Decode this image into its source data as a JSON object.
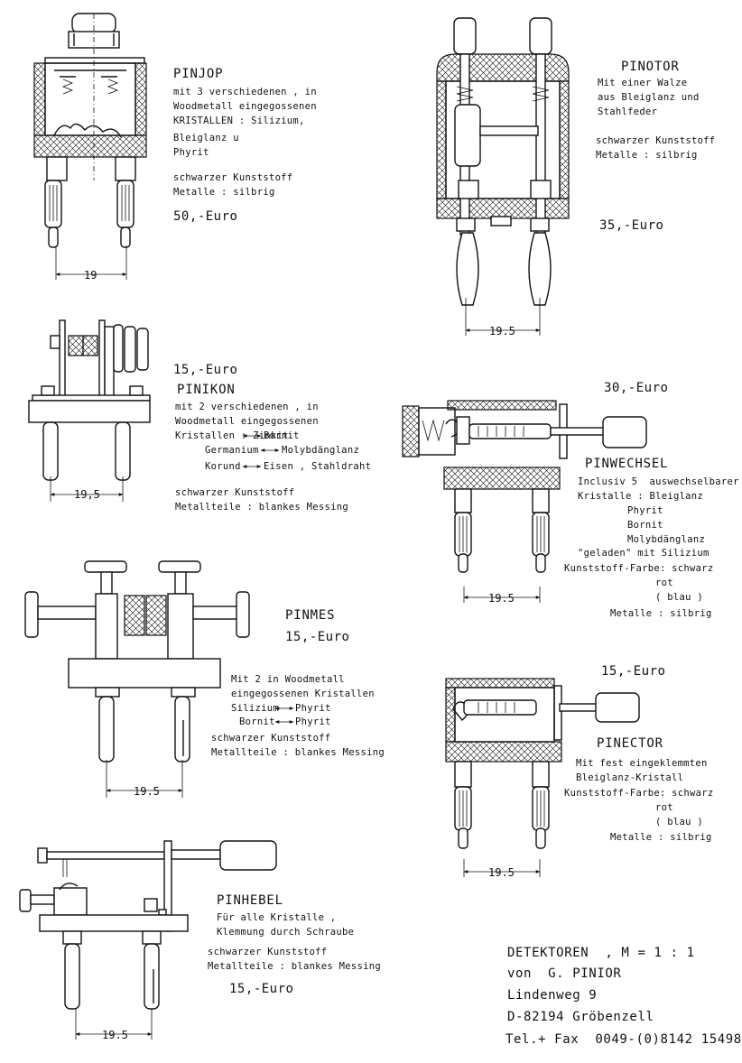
{
  "products": {
    "pinjop": {
      "name": "PINJOP",
      "desc": [
        "mit 3 verschiedenen , in",
        "Woodmetall eingegossenen",
        "KRISTALLEN : Silizium,",
        "Bleiglanz u",
        "Phyrit"
      ],
      "material": [
        "schwarzer Kunststoff",
        "Metalle : silbrig"
      ],
      "price": "50,-Euro",
      "dimension": "19"
    },
    "pinotor": {
      "name": "PINOTOR",
      "desc": [
        "Mit einer Walze",
        "aus Bleiglanz und",
        "Stahlfeder"
      ],
      "material": [
        "schwarzer Kunststoff",
        "Metalle : silbrig"
      ],
      "price": "35,-Euro",
      "dimension": "19.5"
    },
    "pinikon": {
      "name": "PINIKON",
      "price": "15,-Euro",
      "desc": [
        "mit 2 verschiedenen , in",
        "Woodmetall eingegossenen"
      ],
      "crystals": [
        {
          "left": "Kristallen : Zinkit",
          "right": "Bornit"
        },
        {
          "left": "Germanium",
          "right": "Molybdänglanz"
        },
        {
          "left": "Korund",
          "right": "Eisen , Stahldraht"
        }
      ],
      "material": [
        "schwarzer Kunststoff",
        "Metallteile : blankes Messing"
      ],
      "dimension": "19,5"
    },
    "pinwechsel": {
      "name": "PINWECHSEL",
      "price": "30,-Euro",
      "desc": [
        "Inclusiv 5  auswechselbarer",
        "Kristalle : Bleiglanz",
        "Phyrit",
        "Bornit",
        "Molybdänglanz",
        "\"geladen\" mit Silizium",
        "Kunststoff-Farbe: schwarz",
        "rot",
        "( blau )",
        "Metalle : silbrig"
      ],
      "dimension": "19.5"
    },
    "pinmes": {
      "name": "PINMES",
      "price": "15,-Euro",
      "desc": [
        "Mit 2 in Woodmetall",
        "eingegossenen Kristallen"
      ],
      "crystals": [
        {
          "left": "Silizium",
          "right": "Phyrit"
        },
        {
          "left": "Bornit",
          "right": "Phyrit"
        }
      ],
      "material": [
        "schwarzer Kunststoff",
        "Metallteile : blankes Messing"
      ],
      "dimension": "19.5"
    },
    "pinector": {
      "name": "PINECTOR",
      "price": "15,-Euro",
      "desc": [
        "Mit fest eingeklemmten",
        "Bleiglanz-Kristall",
        "Kunststoff-Farbe: schwarz",
        "rot",
        "( blau )",
        "Metalle : silbrig"
      ],
      "dimension": "19.5"
    },
    "pinhebel": {
      "name": "PINHEBEL",
      "desc": [
        "Für alle Kristalle ,",
        "Klemmung durch Schraube"
      ],
      "material": [
        "schwarzer Kunststoff",
        "Metallteile : blankes Messing"
      ],
      "price": "15,-Euro",
      "dimension": "19.5"
    }
  },
  "address": {
    "line1": "DETEKTOREN  , M = 1 : 1",
    "line2": "von  G. PINIOR",
    "line3": "Lindenweg 9",
    "line4": "D-82194 Gröbenzell",
    "line5": "Tel.+ Fax  0049-(0)8142 15498"
  }
}
